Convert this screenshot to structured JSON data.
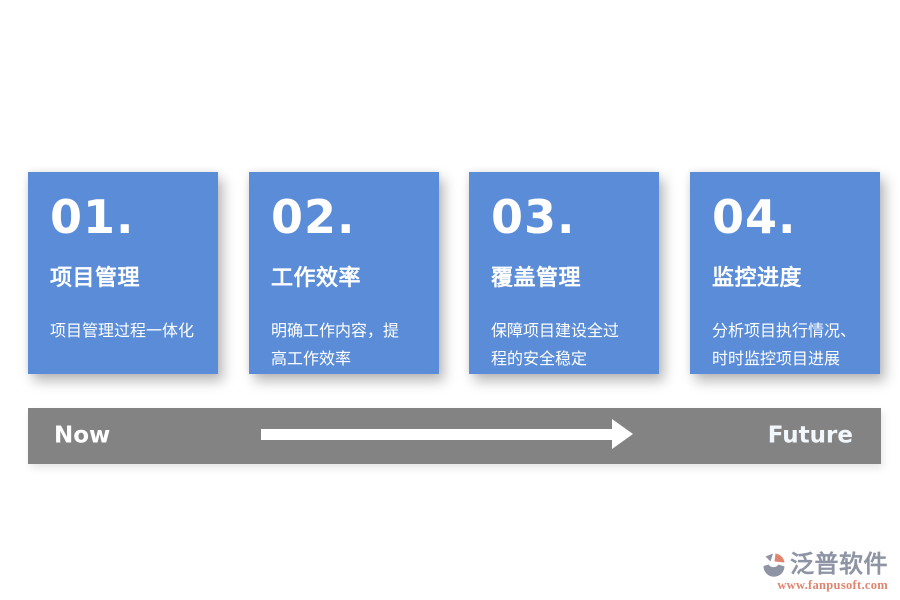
{
  "page": {
    "background_color": "#ffffff"
  },
  "colors": {
    "card_blue": "#5b8cd8",
    "bar_gray": "#838383",
    "card_text": "#ffffff",
    "logo_gray": "#8e94a4",
    "logo_salmon": "#e0846f"
  },
  "cards": [
    {
      "number": "01.",
      "title": "项目管理",
      "description": "项目管理过程一体化"
    },
    {
      "number": "02.",
      "title": "工作效率",
      "description": "明确工作内容，提\n高工作效率"
    },
    {
      "number": "03.",
      "title": "覆盖管理",
      "description": "保障项目建设全过\n程的安全稳定"
    },
    {
      "number": "04.",
      "title": "监控进度",
      "description": "分析项目执行情况、\n时时监控项目进展"
    }
  ],
  "timeline": {
    "start_label": "Now",
    "end_label": "Future",
    "arrow_icon": "right-arrow-icon"
  },
  "logo": {
    "icon": "fanpu-logo-icon",
    "brand_name": "泛普软件",
    "website": "www.fanpusoft.com"
  }
}
